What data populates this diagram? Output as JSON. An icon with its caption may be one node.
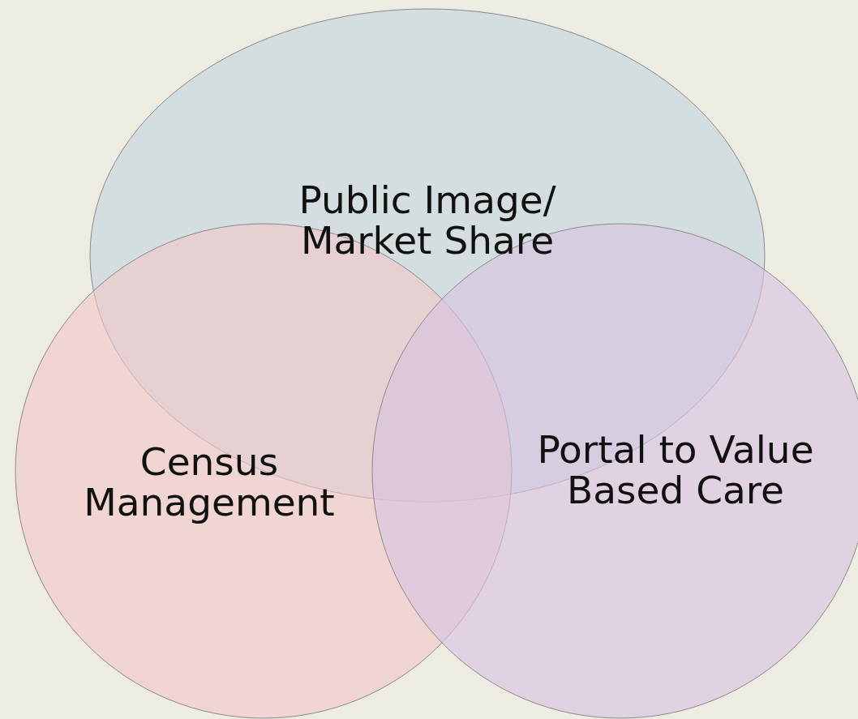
{
  "diagram": {
    "nodes": [
      {
        "text": [
          "Public Image/ Market Share"
        ]
      },
      {
        "text": [
          "Census Management"
        ]
      },
      {
        "text": [
          "Portal to Value Based Care"
        ]
      }
    ]
  }
}
